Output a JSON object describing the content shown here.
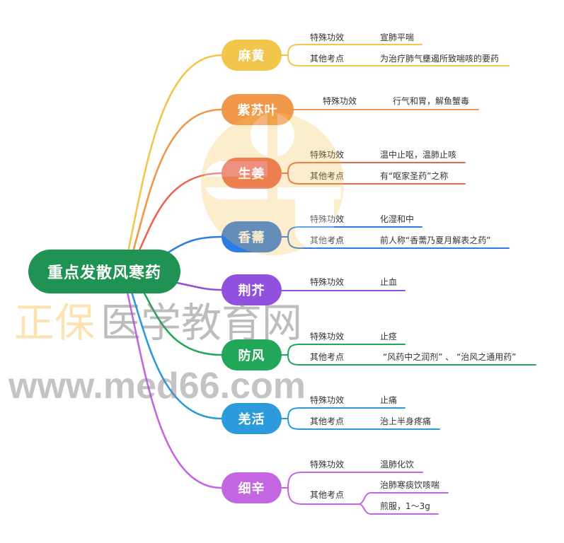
{
  "mindmap": {
    "center": {
      "label": "重点发散风寒药",
      "color": "#1F9254"
    },
    "text_color": "#333333",
    "branches": [
      {
        "label": "麻黄",
        "color": "#F2C54B",
        "children": [
          {
            "label": "特殊功效",
            "values": [
              "宣肺平喘"
            ]
          },
          {
            "label": "其他考点",
            "values": [
              "为治疗肺气壅遏所致喘咳的要药"
            ]
          }
        ]
      },
      {
        "label": "紫苏叶",
        "color": "#F0974A",
        "children": [
          {
            "label": "特殊功效",
            "values": [
              "行气和胃，解鱼蟹毒"
            ]
          }
        ]
      },
      {
        "label": "生姜",
        "color": "#EA6650",
        "children": [
          {
            "label": "特殊功效",
            "values": [
              "温中止呕，温肺止咳"
            ]
          },
          {
            "label": "其他考点",
            "values": [
              "有“呕家圣药”之称"
            ]
          }
        ]
      },
      {
        "label": "香薷",
        "color": "#2D7BE5",
        "children": [
          {
            "label": "特殊功效",
            "values": [
              "化湿和中"
            ]
          },
          {
            "label": "其他考点",
            "values": [
              "前人称“香薷乃夏月解表之药”"
            ]
          }
        ]
      },
      {
        "label": "荆芥",
        "color": "#9150DD",
        "children": [
          {
            "label": "特殊功效",
            "values": [
              "止血"
            ]
          }
        ]
      },
      {
        "label": "防风",
        "color": "#22A65A",
        "children": [
          {
            "label": "特殊功效",
            "values": [
              "止痉"
            ]
          },
          {
            "label": "其他考点",
            "values": [
              "“风药中之润剂” 、 “治风之通用药”"
            ]
          }
        ]
      },
      {
        "label": "羌活",
        "color": "#2B9BDB",
        "children": [
          {
            "label": "特殊功效",
            "values": [
              "止痛"
            ]
          },
          {
            "label": "其他考点",
            "values": [
              "治上半身疼痛"
            ]
          }
        ]
      },
      {
        "label": "细辛",
        "color": "#C466E2",
        "children": [
          {
            "label": "特殊功效",
            "values": [
              "温肺化饮"
            ]
          },
          {
            "label": "其他考点",
            "values": [
              "治肺寒痰饮咳喘",
              "煎服，1～3g"
            ]
          }
        ]
      }
    ]
  },
  "watermark": {
    "brand": "正保",
    "name": "医学教育网",
    "url": "www.med66.com",
    "logo_color": "#F7C04A",
    "gray": "#7D7D7D"
  }
}
